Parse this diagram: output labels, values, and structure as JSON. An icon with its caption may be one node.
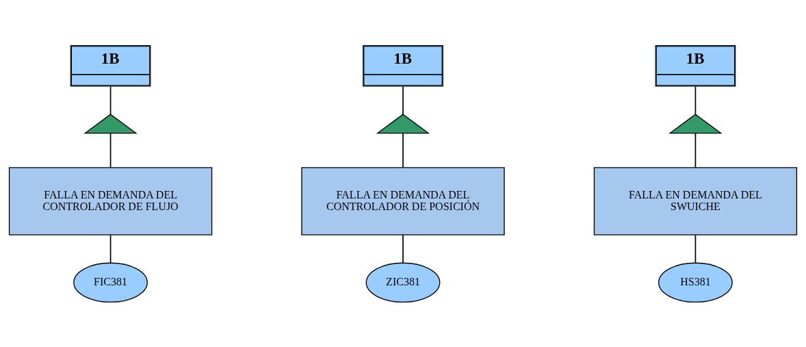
{
  "diagram": {
    "nodes": [
      {
        "text": [
          "1B"
        ]
      },
      {
        "text": [
          "1B"
        ]
      },
      {
        "text": [
          "1B"
        ]
      },
      {
        "text": [],
        "shape": "triangle"
      },
      {
        "text": [],
        "shape": "triangle"
      },
      {
        "text": [],
        "shape": "triangle"
      },
      {
        "text": [
          "FALLA EN DEMANDA DEL CONTROLADOR DE FLUJO"
        ]
      },
      {
        "text": [
          "FALLA EN DEMANDA DEL CONTROLADOR DE POSICIÓN"
        ]
      },
      {
        "text": [
          "FALLA EN DEMANDA DEL SWUICHE"
        ]
      },
      {
        "text": [
          "FIC381"
        ]
      },
      {
        "text": [
          "ZIC381"
        ]
      },
      {
        "text": [
          "HS381"
        ]
      }
    ],
    "edges": [
      {
        "from": 0,
        "to": 3,
        "arrow": "none"
      },
      {
        "from": 3,
        "to": 6,
        "arrow": "none"
      },
      {
        "from": 6,
        "to": 9,
        "arrow": "none"
      },
      {
        "from": 1,
        "to": 4,
        "arrow": "none"
      },
      {
        "from": 4,
        "to": 7,
        "arrow": "none"
      },
      {
        "from": 7,
        "to": 10,
        "arrow": "none"
      },
      {
        "from": 2,
        "to": 5,
        "arrow": "none"
      },
      {
        "from": 5,
        "to": 8,
        "arrow": "none"
      },
      {
        "from": 8,
        "to": 11,
        "arrow": "none"
      }
    ]
  }
}
